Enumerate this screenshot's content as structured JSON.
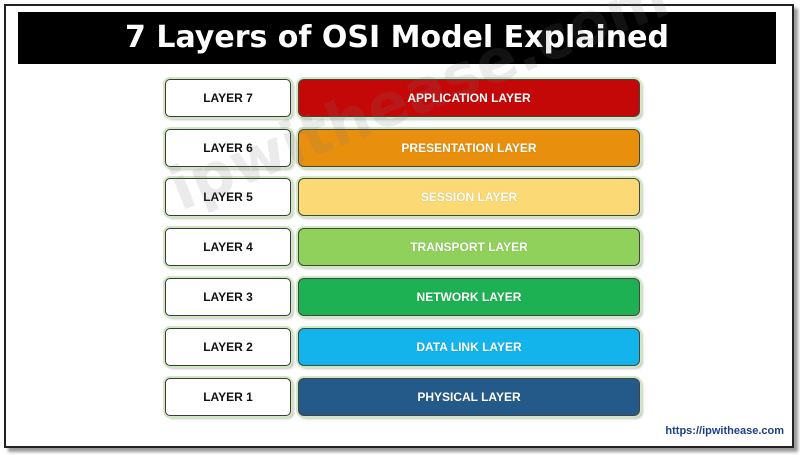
{
  "title": "7 Layers of OSI Model Explained",
  "watermark": "ipwithease.com",
  "credit": "https://ipwithease.com",
  "layers": [
    {
      "label": "LAYER 7",
      "name": "APPLICATION LAYER",
      "color": "#c40808"
    },
    {
      "label": "LAYER 6",
      "name": "PRESENTATION LAYER",
      "color": "#e8900e"
    },
    {
      "label": "LAYER 5",
      "name": "SESSION LAYER",
      "color": "#fbd974"
    },
    {
      "label": "LAYER 4",
      "name": "TRANSPORT LAYER",
      "color": "#8fd15a"
    },
    {
      "label": "LAYER 3",
      "name": "NETWORK LAYER",
      "color": "#1db153"
    },
    {
      "label": "LAYER 2",
      "name": "DATA LINK LAYER",
      "color": "#13b3ec"
    },
    {
      "label": "LAYER 1",
      "name": "PHYSICAL LAYER",
      "color": "#245a8a"
    }
  ]
}
